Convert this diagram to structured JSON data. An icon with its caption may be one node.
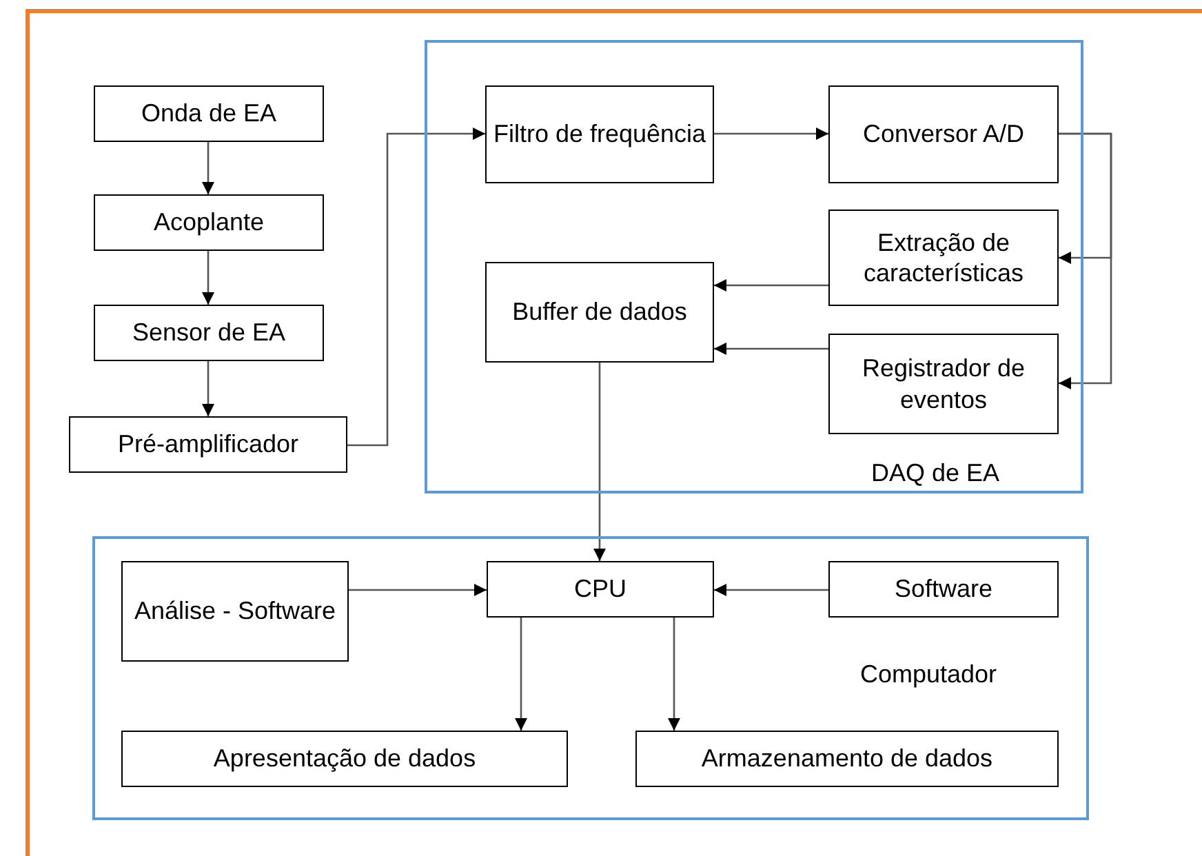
{
  "diagram": {
    "nodes": [
      {
        "text": [
          "Onda de EA"
        ]
      },
      {
        "text": [
          "Acoplante"
        ]
      },
      {
        "text": [
          "Sensor de EA"
        ]
      },
      {
        "text": [
          "Pré-amplificador"
        ]
      },
      {
        "text": [
          "DAQ de EA"
        ]
      },
      {
        "text": [
          "Filtro de frequência"
        ],
        "in": 4
      },
      {
        "text": [
          "Conversor A/D"
        ],
        "in": 4
      },
      {
        "text": [
          "Extração de características"
        ],
        "in": 4
      },
      {
        "text": [
          "Buffer de dados"
        ],
        "in": 4
      },
      {
        "text": [
          "Registrador de eventos"
        ],
        "in": 4
      },
      {
        "text": [
          "Computador"
        ]
      },
      {
        "text": [
          "Análise - Software"
        ],
        "in": 10
      },
      {
        "text": [
          "CPU"
        ],
        "in": 10
      },
      {
        "text": [
          "Software"
        ],
        "in": 10
      },
      {
        "text": [
          "Apresentação de dados"
        ],
        "in": 10
      },
      {
        "text": [
          "Armazenamento de dados"
        ],
        "in": 10
      }
    ],
    "edges": [
      {
        "from": 0,
        "to": 1,
        "arrow": "to"
      },
      {
        "from": 1,
        "to": 2,
        "arrow": "to"
      },
      {
        "from": 2,
        "to": 3,
        "arrow": "to"
      },
      {
        "from": 3,
        "to": 5,
        "arrow": "to"
      },
      {
        "from": 5,
        "to": 6,
        "arrow": "to"
      },
      {
        "from": 6,
        "to": 7,
        "arrow": "to"
      },
      {
        "from": 6,
        "to": 9,
        "arrow": "to"
      },
      {
        "from": 7,
        "to": 8,
        "arrow": "to"
      },
      {
        "from": 9,
        "to": 8,
        "arrow": "to"
      },
      {
        "from": 8,
        "to": 12,
        "arrow": "to"
      },
      {
        "from": 11,
        "to": 12,
        "arrow": "to"
      },
      {
        "from": 13,
        "to": 12,
        "arrow": "to"
      },
      {
        "from": 12,
        "to": 14,
        "arrow": "to"
      },
      {
        "from": 12,
        "to": 15,
        "arrow": "to"
      }
    ]
  }
}
